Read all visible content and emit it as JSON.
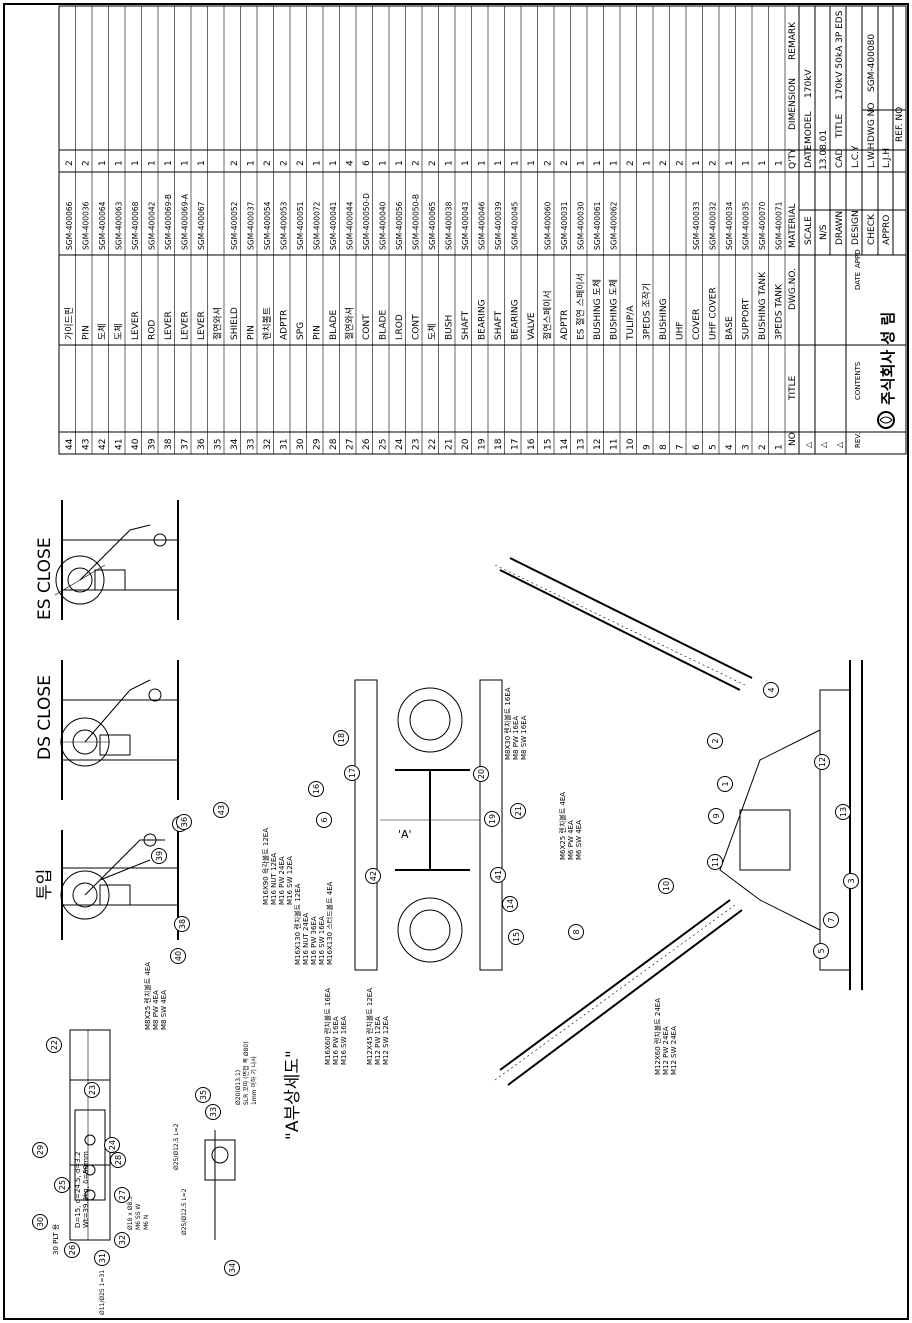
{
  "views": {
    "detail_a": "\"A부상세도\"",
    "closed": "투입",
    "ds_close": "DS CLOSE",
    "es_close": "ES CLOSE",
    "section_a": "'A'"
  },
  "bom_header": {
    "no": "NO",
    "title": "TITLE",
    "dwg": "DWG.NO.",
    "material": "MATERIAL",
    "qty": "Q'TY",
    "dimension": "DIMENSION",
    "remark": "REMARK"
  },
  "bom": [
    {
      "no": "44",
      "title": "가이드핀",
      "dwg": "SGM-400066",
      "qty": "2"
    },
    {
      "no": "43",
      "title": "PIN",
      "dwg": "SGM-400036",
      "qty": "2"
    },
    {
      "no": "42",
      "title": "도체",
      "dwg": "SGM-400064",
      "qty": "1"
    },
    {
      "no": "41",
      "title": "도체",
      "dwg": "SGM-400063",
      "qty": "1"
    },
    {
      "no": "40",
      "title": "LEVER",
      "dwg": "SGM-400068",
      "qty": "1"
    },
    {
      "no": "39",
      "title": "ROD",
      "dwg": "SGM-400042",
      "qty": "1"
    },
    {
      "no": "38",
      "title": "LEVER",
      "dwg": "SGM-400069-B",
      "qty": "1"
    },
    {
      "no": "37",
      "title": "LEVER",
      "dwg": "SGM-400069-A",
      "qty": "1"
    },
    {
      "no": "36",
      "title": "LEVER",
      "dwg": "SGM-400067",
      "qty": "1"
    },
    {
      "no": "35",
      "title": "절연와셔",
      "dwg": "",
      "qty": ""
    },
    {
      "no": "34",
      "title": "SHIELD",
      "dwg": "SGM-400052",
      "qty": "2"
    },
    {
      "no": "33",
      "title": "PIN",
      "dwg": "SGM-400037",
      "qty": "1"
    },
    {
      "no": "32",
      "title": "렌치볼트",
      "dwg": "SGM-400054",
      "qty": "2"
    },
    {
      "no": "31",
      "title": "ADPTR",
      "dwg": "SGM-400053",
      "qty": "2"
    },
    {
      "no": "30",
      "title": "SPG",
      "dwg": "SGM-400051",
      "qty": "2"
    },
    {
      "no": "29",
      "title": "PIN",
      "dwg": "SGM-400072",
      "qty": "1"
    },
    {
      "no": "28",
      "title": "BLADE",
      "dwg": "SGM-400041",
      "qty": "1"
    },
    {
      "no": "27",
      "title": "절연와셔",
      "dwg": "SGM-400044",
      "qty": "4"
    },
    {
      "no": "26",
      "title": "CONT",
      "dwg": "SGM-400050-D",
      "qty": "6"
    },
    {
      "no": "25",
      "title": "BLADE",
      "dwg": "SGM-400040",
      "qty": "1"
    },
    {
      "no": "24",
      "title": "I.ROD",
      "dwg": "SGM-400056",
      "qty": "1"
    },
    {
      "no": "23",
      "title": "CONT",
      "dwg": "SGM-400050-B",
      "qty": "2"
    },
    {
      "no": "22",
      "title": "도체",
      "dwg": "SGM-400065",
      "qty": "2"
    },
    {
      "no": "21",
      "title": "BUSH",
      "dwg": "SGM-400038",
      "qty": "1"
    },
    {
      "no": "20",
      "title": "SHAFT",
      "dwg": "SGM-400043",
      "qty": "1"
    },
    {
      "no": "19",
      "title": "BEARING",
      "dwg": "SGM-400046",
      "qty": "1"
    },
    {
      "no": "18",
      "title": "SHAFT",
      "dwg": "SGM-400039",
      "qty": "1"
    },
    {
      "no": "17",
      "title": "BEARING",
      "dwg": "SGM-400045",
      "qty": "1"
    },
    {
      "no": "16",
      "title": "VALVE",
      "dwg": "",
      "qty": "1"
    },
    {
      "no": "15",
      "title": "절연스페이서",
      "dwg": "SGM-400060",
      "qty": "2"
    },
    {
      "no": "14",
      "title": "ADPTR",
      "dwg": "SGM-400031",
      "qty": "2"
    },
    {
      "no": "13",
      "title": "ES 절연 스페이서",
      "dwg": "SGM-400030",
      "qty": "1"
    },
    {
      "no": "12",
      "title": "BUSHING 도체",
      "dwg": "SGM-400061",
      "qty": "1"
    },
    {
      "no": "11",
      "title": "BUSHING 도체",
      "dwg": "SGM-400062",
      "qty": "1"
    },
    {
      "no": "10",
      "title": "TULIP/A",
      "dwg": "",
      "qty": "2"
    },
    {
      "no": "9",
      "title": "3PEDS 조작기",
      "dwg": "",
      "qty": "1"
    },
    {
      "no": "8",
      "title": "BUSHING",
      "dwg": "",
      "qty": "2"
    },
    {
      "no": "7",
      "title": "UHF",
      "dwg": "",
      "qty": "2"
    },
    {
      "no": "6",
      "title": "COVER",
      "dwg": "SGM-400033",
      "qty": "1"
    },
    {
      "no": "5",
      "title": "UHF COVER",
      "dwg": "SGM-400032",
      "qty": "2"
    },
    {
      "no": "4",
      "title": "BASE",
      "dwg": "SGM-400034",
      "qty": "1"
    },
    {
      "no": "3",
      "title": "SUPPORT",
      "dwg": "SGM-400035",
      "qty": "1"
    },
    {
      "no": "2",
      "title": "BUSHING TANK",
      "dwg": "SGM-400070",
      "qty": "1"
    },
    {
      "no": "1",
      "title": "3PEDS TANK",
      "dwg": "SGM-400071",
      "qty": "1"
    }
  ],
  "title_block": {
    "company": "주식회사 성 림",
    "rev_label": "REV.",
    "contents_label": "CONTENTS",
    "date_label": "DATE",
    "appd_label": "APPD",
    "scale_label": "SCALE",
    "scale_value": "N/S",
    "date2_label": "DATE",
    "date_value": "13.08.01",
    "drawn_label": "DRAWN",
    "drawn_value": "CAD",
    "design_label": "DESIGN",
    "design_value": "L.C.Y",
    "check_label": "CHECK",
    "check_value": "L.W.H",
    "appro_label": "APPRO",
    "appro_value": "L.J.H",
    "model_label": "MODEL",
    "model_value": "170kV",
    "title_label": "TITLE",
    "title_value": "170kV 50kA 3P EDS",
    "dwgno_label": "DWG NO",
    "dwgno_value": "SGM-400080",
    "refno_label": "REF. NO"
  },
  "notes": {
    "spring": [
      "D=15, d=24.5, d=3.2",
      "Wt=39.8kg, δ=50mm"
    ],
    "plt": "30 PLT 용",
    "b1": [
      "M8X25 렌치볼트 4EA",
      "M8  PW  4EA",
      "M8  SW  4EA"
    ],
    "b2": [
      "M16X90 육각볼트 12EA",
      "M16  NUT  12EA",
      "M16  PW  24EA",
      "M16  SW  12EA"
    ],
    "b3": [
      "M16X130 렌치볼트 12EA",
      "M16  NUT  24EA",
      "M16  PW  36EA",
      "M16  SW  16EA",
      "M16X130 스터드볼트 4EA"
    ],
    "b4": [
      "M16X60 렌치볼트 16EA",
      "M16  PW  16EA",
      "M16  SW  16EA"
    ],
    "b5": [
      "M12X45 렌치볼트 12EA",
      "M12  PW  12EA",
      "M12  SW  12EA"
    ],
    "b6": [
      "M12X60 렌치볼트 24EA",
      "M12  PW  24EA",
      "M12  SW  24EA"
    ],
    "b7": [
      "M8X30 렌치볼트 16EA",
      "M8  PW  16EA",
      "M8  SW  16EA"
    ],
    "b8": [
      "M6X25 렌치볼트 4EA",
      "M6  PW  4EA",
      "M6  SW  4EA"
    ],
    "tap": [
      "Ø20(Ø13.1)",
      "SLR 꼬마 (면접 폭 Ø80)",
      "1mm 이하 기 나사"
    ],
    "dims": [
      "Ø25/Ø12.5 L=2",
      "Ø25/Ø12.5 L=2"
    ],
    "dims2": [
      "Ø18 x Ø8.5",
      "M6 SS W",
      "M6 N"
    ],
    "dims3": "Ø11/Ø25 1=31"
  },
  "balloons": [
    {
      "n": "22"
    },
    {
      "n": "23"
    },
    {
      "n": "24"
    },
    {
      "n": "25"
    },
    {
      "n": "26"
    },
    {
      "n": "27"
    },
    {
      "n": "28"
    },
    {
      "n": "29"
    },
    {
      "n": "30"
    },
    {
      "n": "31"
    },
    {
      "n": "32"
    },
    {
      "n": "33"
    },
    {
      "n": "34"
    },
    {
      "n": "35"
    },
    {
      "n": "40"
    },
    {
      "n": "38"
    },
    {
      "n": "39"
    },
    {
      "n": "37"
    },
    {
      "n": "36"
    },
    {
      "n": "43"
    },
    {
      "n": "16"
    },
    {
      "n": "6"
    },
    {
      "n": "17"
    },
    {
      "n": "18"
    },
    {
      "n": "42"
    },
    {
      "n": "41"
    },
    {
      "n": "19"
    },
    {
      "n": "20"
    },
    {
      "n": "21"
    },
    {
      "n": "14"
    },
    {
      "n": "15"
    },
    {
      "n": "8"
    },
    {
      "n": "10"
    },
    {
      "n": "11"
    },
    {
      "n": "9"
    },
    {
      "n": "1"
    },
    {
      "n": "2"
    },
    {
      "n": "12"
    },
    {
      "n": "13"
    },
    {
      "n": "3"
    },
    {
      "n": "4"
    },
    {
      "n": "5"
    },
    {
      "n": "7"
    }
  ]
}
